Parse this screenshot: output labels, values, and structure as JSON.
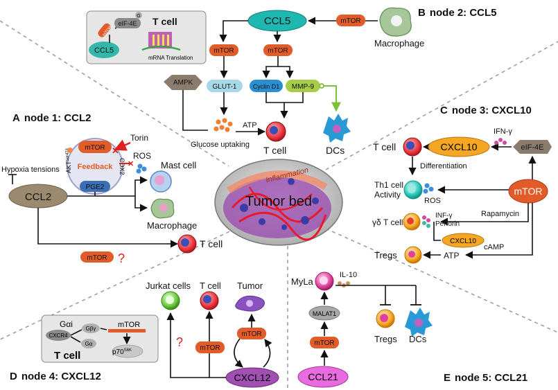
{
  "sections": {
    "A": {
      "letter": "A",
      "title": "node 1: CCL2"
    },
    "B": {
      "letter": "B",
      "title": "node 2: CCL5"
    },
    "C": {
      "letter": "C",
      "title": "node 3: CXCL10"
    },
    "D": {
      "letter": "D",
      "title": "node 4: CXCL12"
    },
    "E": {
      "letter": "E",
      "title": "node 5: CCL21"
    }
  },
  "center": {
    "label": "Tumor bed",
    "inflammation": "Inflammation"
  },
  "nodeA": {
    "ccl2": "CCL2",
    "torin": "Torin",
    "ros": "ROS",
    "mtor": "mTOR",
    "feedback": "Feedback",
    "pge2": "PGE2",
    "akt": "AKT",
    "akt_sup": "ser473",
    "cox2": "COX2",
    "hypoxia": "Hypoxia tensions",
    "mast_cell": "Mast cell",
    "macrophage": "Macrophage",
    "t_cell": "T cell",
    "mtor2": "mTOR",
    "question": "?"
  },
  "nodeB": {
    "ccl5": "CCL5",
    "mtor_top": "mTOR",
    "macrophage": "Macrophage",
    "mtor_left": "mTOR",
    "mtor_mid": "mTOR",
    "ampk": "AMPK",
    "glut1": "GLUT-1",
    "cyclin": "Cyclin D1",
    "mmp9": "MMP-9",
    "glucose": "Glucose uptaking",
    "atp": "ATP",
    "t_cell": "T cell",
    "dcs": "DCs",
    "inset": {
      "ccl5": "CCL5",
      "mtor": "mTOR",
      "eif": "eIF-4E",
      "g": "G",
      "t_cell": "T cell",
      "mrna": "mRNA Translation"
    }
  },
  "nodeC": {
    "t_cell": "T cell",
    "cxcl10": "CXCL10",
    "ifn": "IFN-γ",
    "eif": "eIF-4E",
    "differentiation": "Differentiation",
    "th1": "Th1 cell",
    "activity": "Activity",
    "ros": "ROS",
    "mtor": "mTOR",
    "gd": "γδ T cell",
    "inf": "INF-γ",
    "perforin": "Perforin",
    "rapamycin": "Rapamycin",
    "cxcl10b": "CXCL10",
    "camp": "cAMP",
    "tregs": "Tregs",
    "atp": "ATP"
  },
  "nodeD": {
    "jurkat": "Jurkat cells",
    "t_cell": "T cell",
    "tumor": "Tumor",
    "question": "?",
    "mtor1": "mTOR",
    "mtor2": "mTOR",
    "cxcl12": "CXCL12",
    "inset": {
      "gai": "Gαi",
      "cxcr4": "CXCR4",
      "gbg": "Gβγ",
      "ga": "Gα",
      "mtor": "mTOR",
      "p70": "p70",
      "p70_sup": "S6K",
      "t_cell": "T cell"
    }
  },
  "nodeE": {
    "myla": "MyLa",
    "il10": "IL-10",
    "malat1": "MALAT1",
    "mtor": "mTOR",
    "ccl21": "CCL21",
    "tregs": "Tregs",
    "dcs": "DCs"
  }
}
